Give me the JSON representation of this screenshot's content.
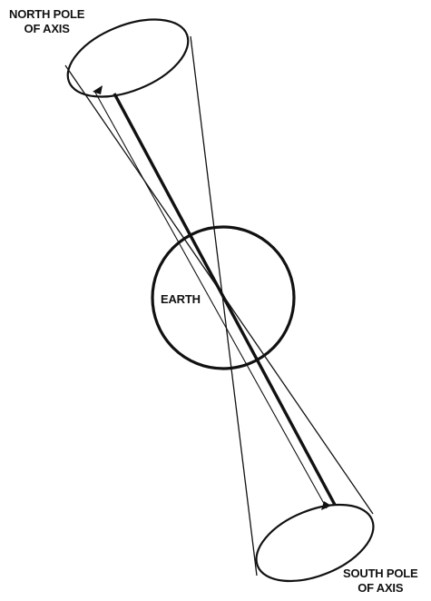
{
  "labels": {
    "north_pole_line1": "NORTH POLE",
    "north_pole_line2": "OF AXIS",
    "earth": "EARTH",
    "south_pole_line1": "SOUTH POLE",
    "south_pole_line2": "OF AXIS"
  },
  "colors": {
    "ink": "#111111",
    "background": "#ffffff"
  }
}
